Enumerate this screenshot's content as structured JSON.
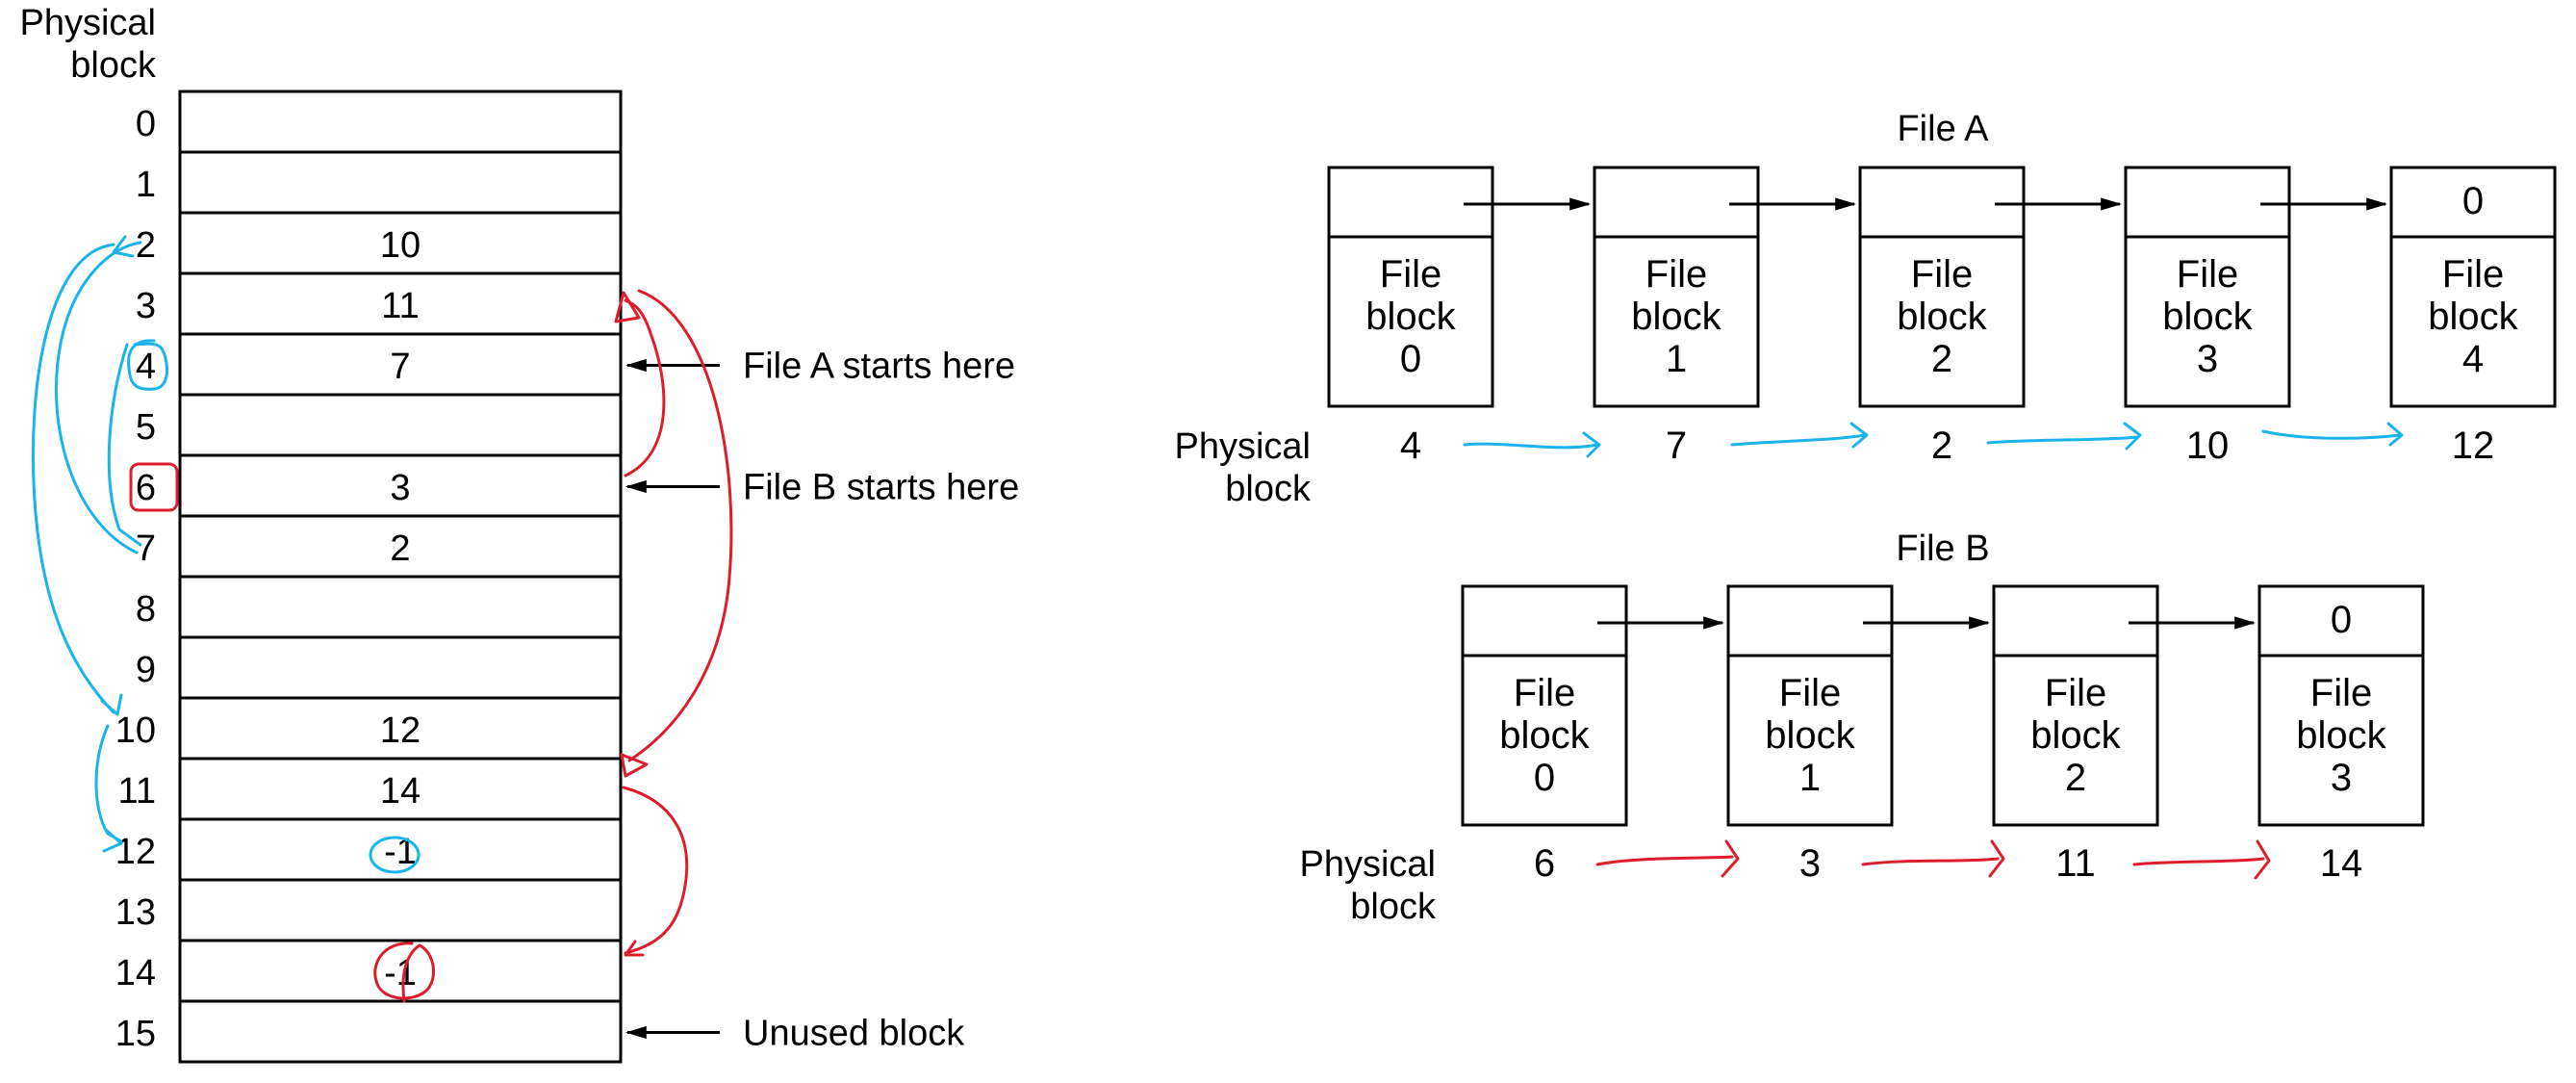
{
  "table": {
    "header_line1": "Physical",
    "header_line2": "block",
    "rows": [
      {
        "index": "0",
        "value": ""
      },
      {
        "index": "1",
        "value": ""
      },
      {
        "index": "2",
        "value": "10"
      },
      {
        "index": "3",
        "value": "11"
      },
      {
        "index": "4",
        "value": "7"
      },
      {
        "index": "5",
        "value": ""
      },
      {
        "index": "6",
        "value": "3"
      },
      {
        "index": "7",
        "value": "2"
      },
      {
        "index": "8",
        "value": ""
      },
      {
        "index": "9",
        "value": ""
      },
      {
        "index": "10",
        "value": "12"
      },
      {
        "index": "11",
        "value": "14"
      },
      {
        "index": "12",
        "value": "-1"
      },
      {
        "index": "13",
        "value": ""
      },
      {
        "index": "14",
        "value": "-1"
      },
      {
        "index": "15",
        "value": ""
      }
    ],
    "annotations": [
      {
        "row": 4,
        "text": "File A starts here"
      },
      {
        "row": 6,
        "text": "File B starts here"
      },
      {
        "row": 15,
        "text": "Unused block"
      }
    ]
  },
  "chains": [
    {
      "title": "File A",
      "physical_label_line1": "Physical",
      "physical_label_line2": "block",
      "color": "#1bb4ea",
      "nodes": [
        {
          "next": "",
          "line1": "File",
          "line2": "block",
          "num": "0",
          "physical": "4"
        },
        {
          "next": "",
          "line1": "File",
          "line2": "block",
          "num": "1",
          "physical": "7"
        },
        {
          "next": "",
          "line1": "File",
          "line2": "block",
          "num": "2",
          "physical": "2"
        },
        {
          "next": "",
          "line1": "File",
          "line2": "block",
          "num": "3",
          "physical": "10"
        },
        {
          "next": "0",
          "line1": "File",
          "line2": "block",
          "num": "4",
          "physical": "12"
        }
      ]
    },
    {
      "title": "File B",
      "physical_label_line1": "Physical",
      "physical_label_line2": "block",
      "color": "#de1d2c",
      "nodes": [
        {
          "next": "",
          "line1": "File",
          "line2": "block",
          "num": "0",
          "physical": "6"
        },
        {
          "next": "",
          "line1": "File",
          "line2": "block",
          "num": "1",
          "physical": "3"
        },
        {
          "next": "",
          "line1": "File",
          "line2": "block",
          "num": "2",
          "physical": "11"
        },
        {
          "next": "0",
          "line1": "File",
          "line2": "block",
          "num": "3",
          "physical": "14"
        }
      ]
    }
  ],
  "colors": {
    "file_a_annotation": "#1bb4ea",
    "file_b_annotation": "#de1d2c"
  }
}
